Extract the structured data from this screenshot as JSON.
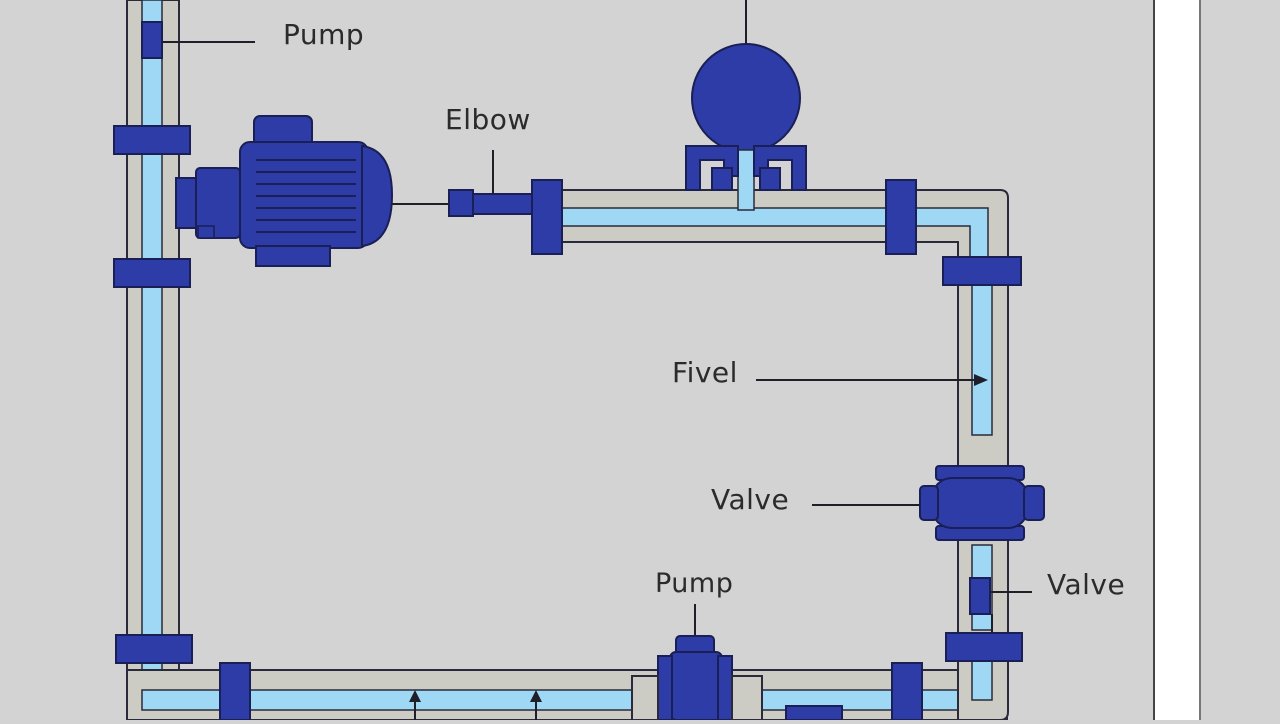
{
  "diagram": {
    "labels": {
      "pump_top": "Pump",
      "elbow": "Elbow",
      "fivel": "Fivel",
      "valve_mid": "Valve",
      "valve_lower": "Valve",
      "pump_bottom": "Pump"
    },
    "colors": {
      "background": "#d3d3d3",
      "pipe_outer": "#ccccc4",
      "pipe_flow": "#9fd8f4",
      "component": "#2d3ca6",
      "outline": "#2a2a3a",
      "text": "#2b2b2b"
    }
  }
}
